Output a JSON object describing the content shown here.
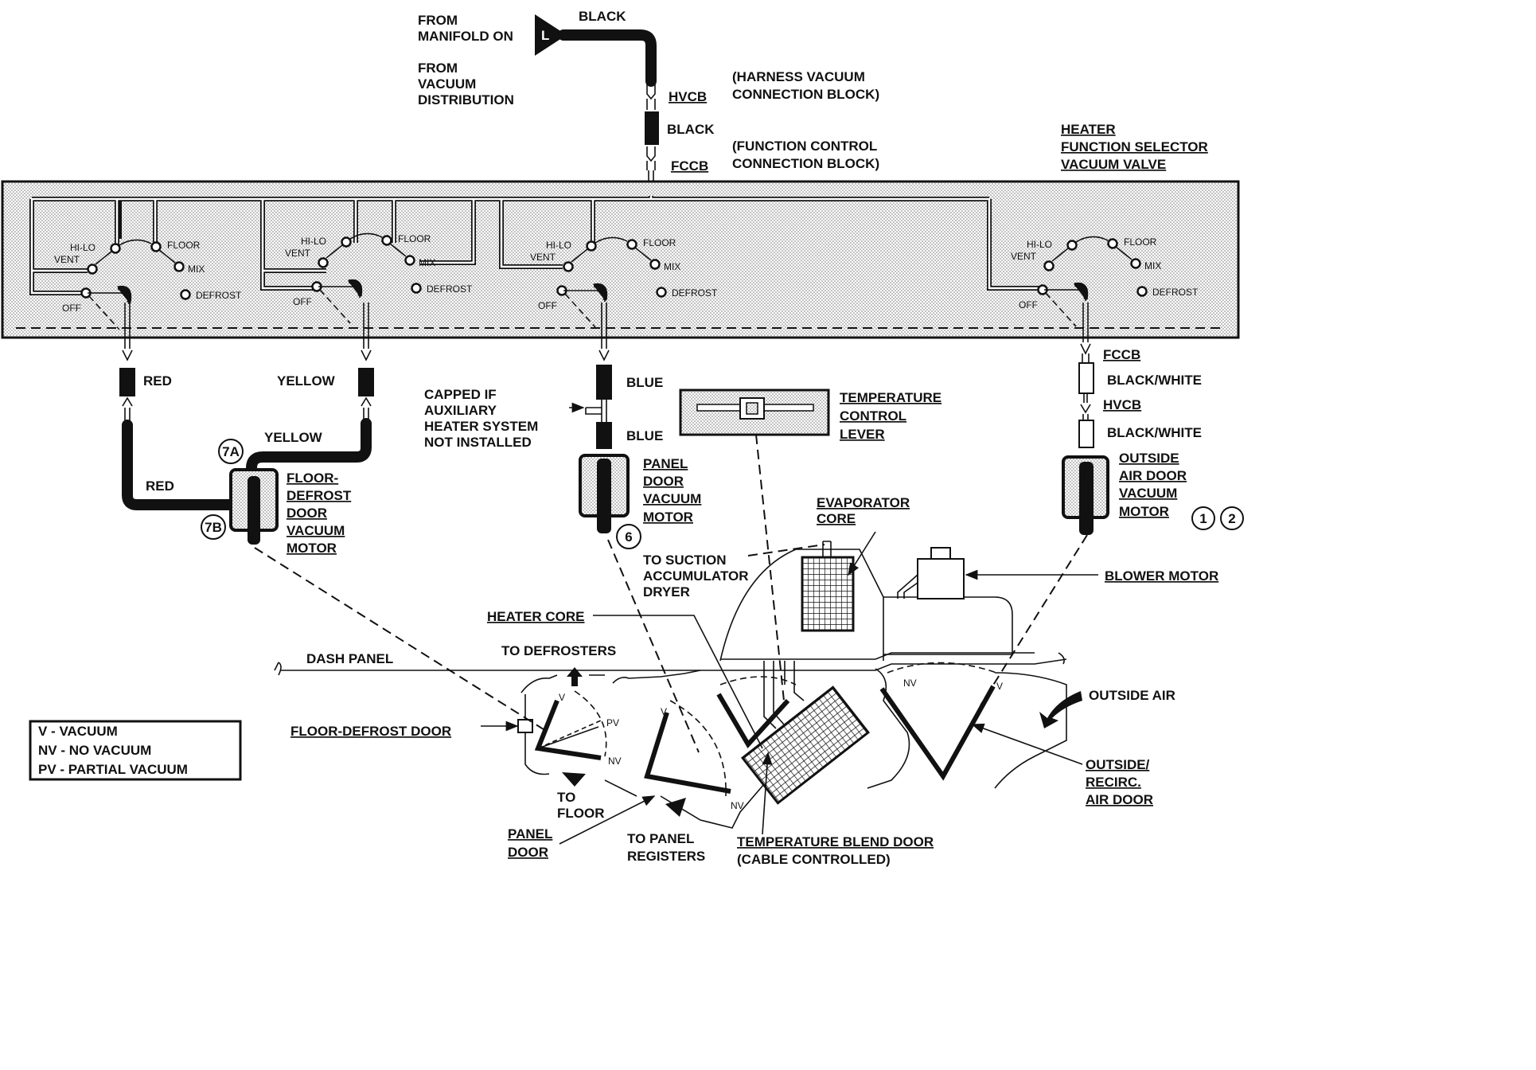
{
  "top": {
    "from_manifold": [
      "FROM",
      "MANIFOLD ON"
    ],
    "from_vacuum": [
      "FROM",
      "VACUUM",
      "DISTRIBUTION"
    ],
    "source_marker": "L",
    "black_top": "BLACK",
    "hvcb": "HVCB",
    "hvcb_desc": [
      "(HARNESS VACUUM",
      "CONNECTION BLOCK)"
    ],
    "black_mid": "BLACK",
    "fccb": "FCCB",
    "fccb_desc": [
      "(FUNCTION CONTROL",
      "CONNECTION BLOCK)"
    ],
    "valve_title": [
      "HEATER",
      "FUNCTION SELECTOR",
      "VACUUM VALVE"
    ]
  },
  "switch_labels": {
    "hilo": "HI-LO",
    "floor": "FLOOR",
    "vent": "VENT",
    "mix": "MIX",
    "defrost": "DEFROST",
    "off": "OFF"
  },
  "hoses": {
    "red_1": "RED",
    "yellow_1": "YELLOW",
    "yellow_2": "YELLOW",
    "red_2": "RED",
    "blue_1": "BLUE",
    "blue_2": "BLUE",
    "fccb_right": "FCCB",
    "bw_1": "BLACK/WHITE",
    "hvcb_right": "HVCB",
    "bw_2": "BLACK/WHITE"
  },
  "callouts": {
    "c7a": "7A",
    "c7b": "7B",
    "c6": "6",
    "c1": "1",
    "c2": "2"
  },
  "components": {
    "floor_defrost_motor": [
      "FLOOR-",
      "DEFROST",
      "DOOR",
      "VACUUM",
      "MOTOR"
    ],
    "capped": [
      "CAPPED IF",
      "AUXILIARY",
      "HEATER SYSTEM",
      "NOT INSTALLED"
    ],
    "panel_motor": [
      "PANEL",
      "DOOR",
      "VACUUM",
      "MOTOR"
    ],
    "temp_lever": [
      "TEMPERATURE",
      "CONTROL",
      "LEVER"
    ],
    "outside_motor": [
      "OUTSIDE",
      "AIR DOOR",
      "VACUUM",
      "MOTOR"
    ],
    "evaporator": [
      "EVAPORATOR",
      "CORE"
    ],
    "suction": [
      "TO SUCTION",
      "ACCUMULATOR",
      "DRYER"
    ],
    "blower": "BLOWER MOTOR",
    "heater_core": "HEATER CORE",
    "to_defrosters": "TO DEFROSTERS",
    "dash_panel": "DASH PANEL",
    "outside_air": "OUTSIDE AIR",
    "floor_defrost_door": "FLOOR-DEFROST DOOR",
    "to_floor": [
      "TO",
      "FLOOR"
    ],
    "panel_door": [
      "PANEL",
      "DOOR"
    ],
    "to_panel": [
      "TO PANEL",
      "REGISTERS"
    ],
    "blend_door": [
      "TEMPERATURE BLEND DOOR",
      "(CABLE CONTROLLED)"
    ],
    "recirc_door": [
      "OUTSIDE/",
      "RECIRC.",
      "AIR DOOR"
    ]
  },
  "door_marks": {
    "v": "V",
    "nv": "NV",
    "pv": "PV"
  },
  "legend": [
    "V - VACUUM",
    "NV - NO VACUUM",
    "PV - PARTIAL VACUUM"
  ]
}
